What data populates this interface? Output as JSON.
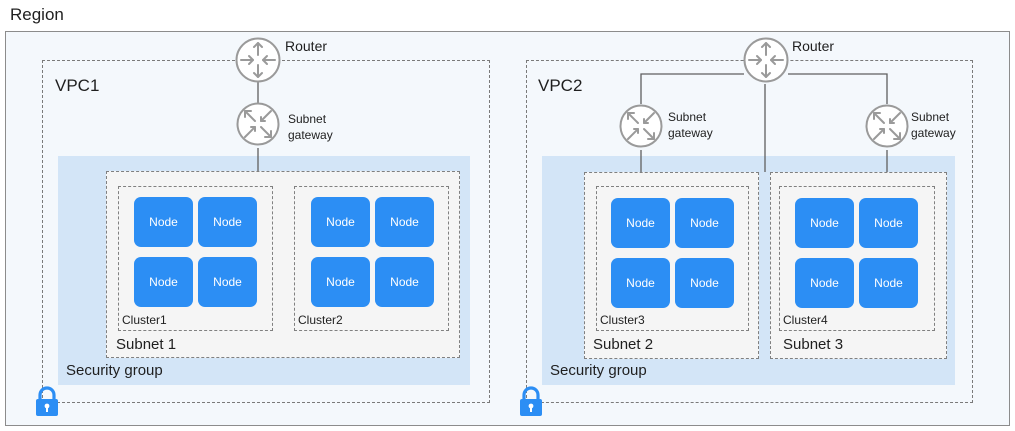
{
  "region": {
    "label": "Region"
  },
  "vpcs": [
    {
      "label": "VPC1",
      "router_label": "Router",
      "gateway_label": "Subnet\ngateway",
      "security_group_label": "Security group",
      "subnets": [
        {
          "label": "Subnet 1"
        }
      ],
      "clusters": [
        {
          "label": "Cluster1",
          "nodes": [
            "Node",
            "Node",
            "Node",
            "Node"
          ]
        },
        {
          "label": "Cluster2",
          "nodes": [
            "Node",
            "Node",
            "Node",
            "Node"
          ]
        }
      ]
    },
    {
      "label": "VPC2",
      "router_label": "Router",
      "gateway_labels": [
        "Subnet\ngateway",
        "Subnet\ngateway"
      ],
      "security_group_label": "Security group",
      "subnets": [
        {
          "label": "Subnet 2"
        },
        {
          "label": "Subnet 3"
        }
      ],
      "clusters": [
        {
          "label": "Cluster3",
          "nodes": [
            "Node",
            "Node",
            "Node",
            "Node"
          ]
        },
        {
          "label": "Cluster4",
          "nodes": [
            "Node",
            "Node",
            "Node",
            "Node"
          ]
        }
      ]
    }
  ],
  "colors": {
    "node": "#2c8ef4",
    "security_group": "#d3e5f7",
    "lock": "#2c8ef4",
    "icon_stroke": "#9a9a9a"
  }
}
